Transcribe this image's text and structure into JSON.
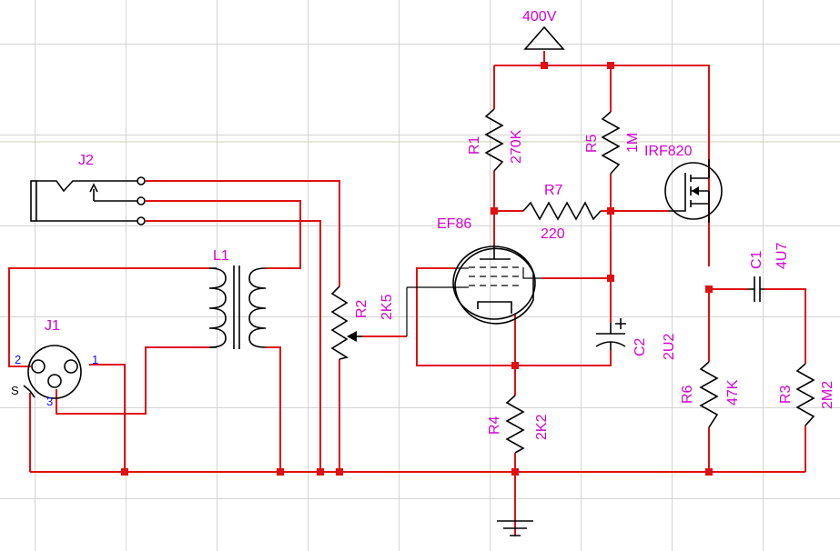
{
  "supply": {
    "label": "400V"
  },
  "components": {
    "r1": {
      "ref": "R1",
      "value": "270K"
    },
    "r2": {
      "ref": "R2",
      "value": "2K5"
    },
    "r3": {
      "ref": "R3",
      "value": "2M2"
    },
    "r4": {
      "ref": "R4",
      "value": "2K2"
    },
    "r5": {
      "ref": "R5",
      "value": "1M"
    },
    "r6": {
      "ref": "R6",
      "value": "47K"
    },
    "r7": {
      "ref": "R7",
      "value": "220"
    },
    "c1": {
      "ref": "C1",
      "value": "4U7"
    },
    "c2": {
      "ref": "C2",
      "value": "2U2"
    },
    "v1": {
      "type": "EF86"
    },
    "q1": {
      "type": "IRF820"
    },
    "l1": {
      "ref": "L1"
    },
    "j1": {
      "ref": "J1",
      "pin1": "1",
      "pin2": "2",
      "pin3": "3",
      "shield": "S"
    },
    "j2": {
      "ref": "J2"
    }
  },
  "colors": {
    "wire": "#e01010",
    "label": "#d400d4",
    "pin_label": "#1010ee",
    "symbol": "#000000",
    "grid": "#d4d4d4"
  }
}
